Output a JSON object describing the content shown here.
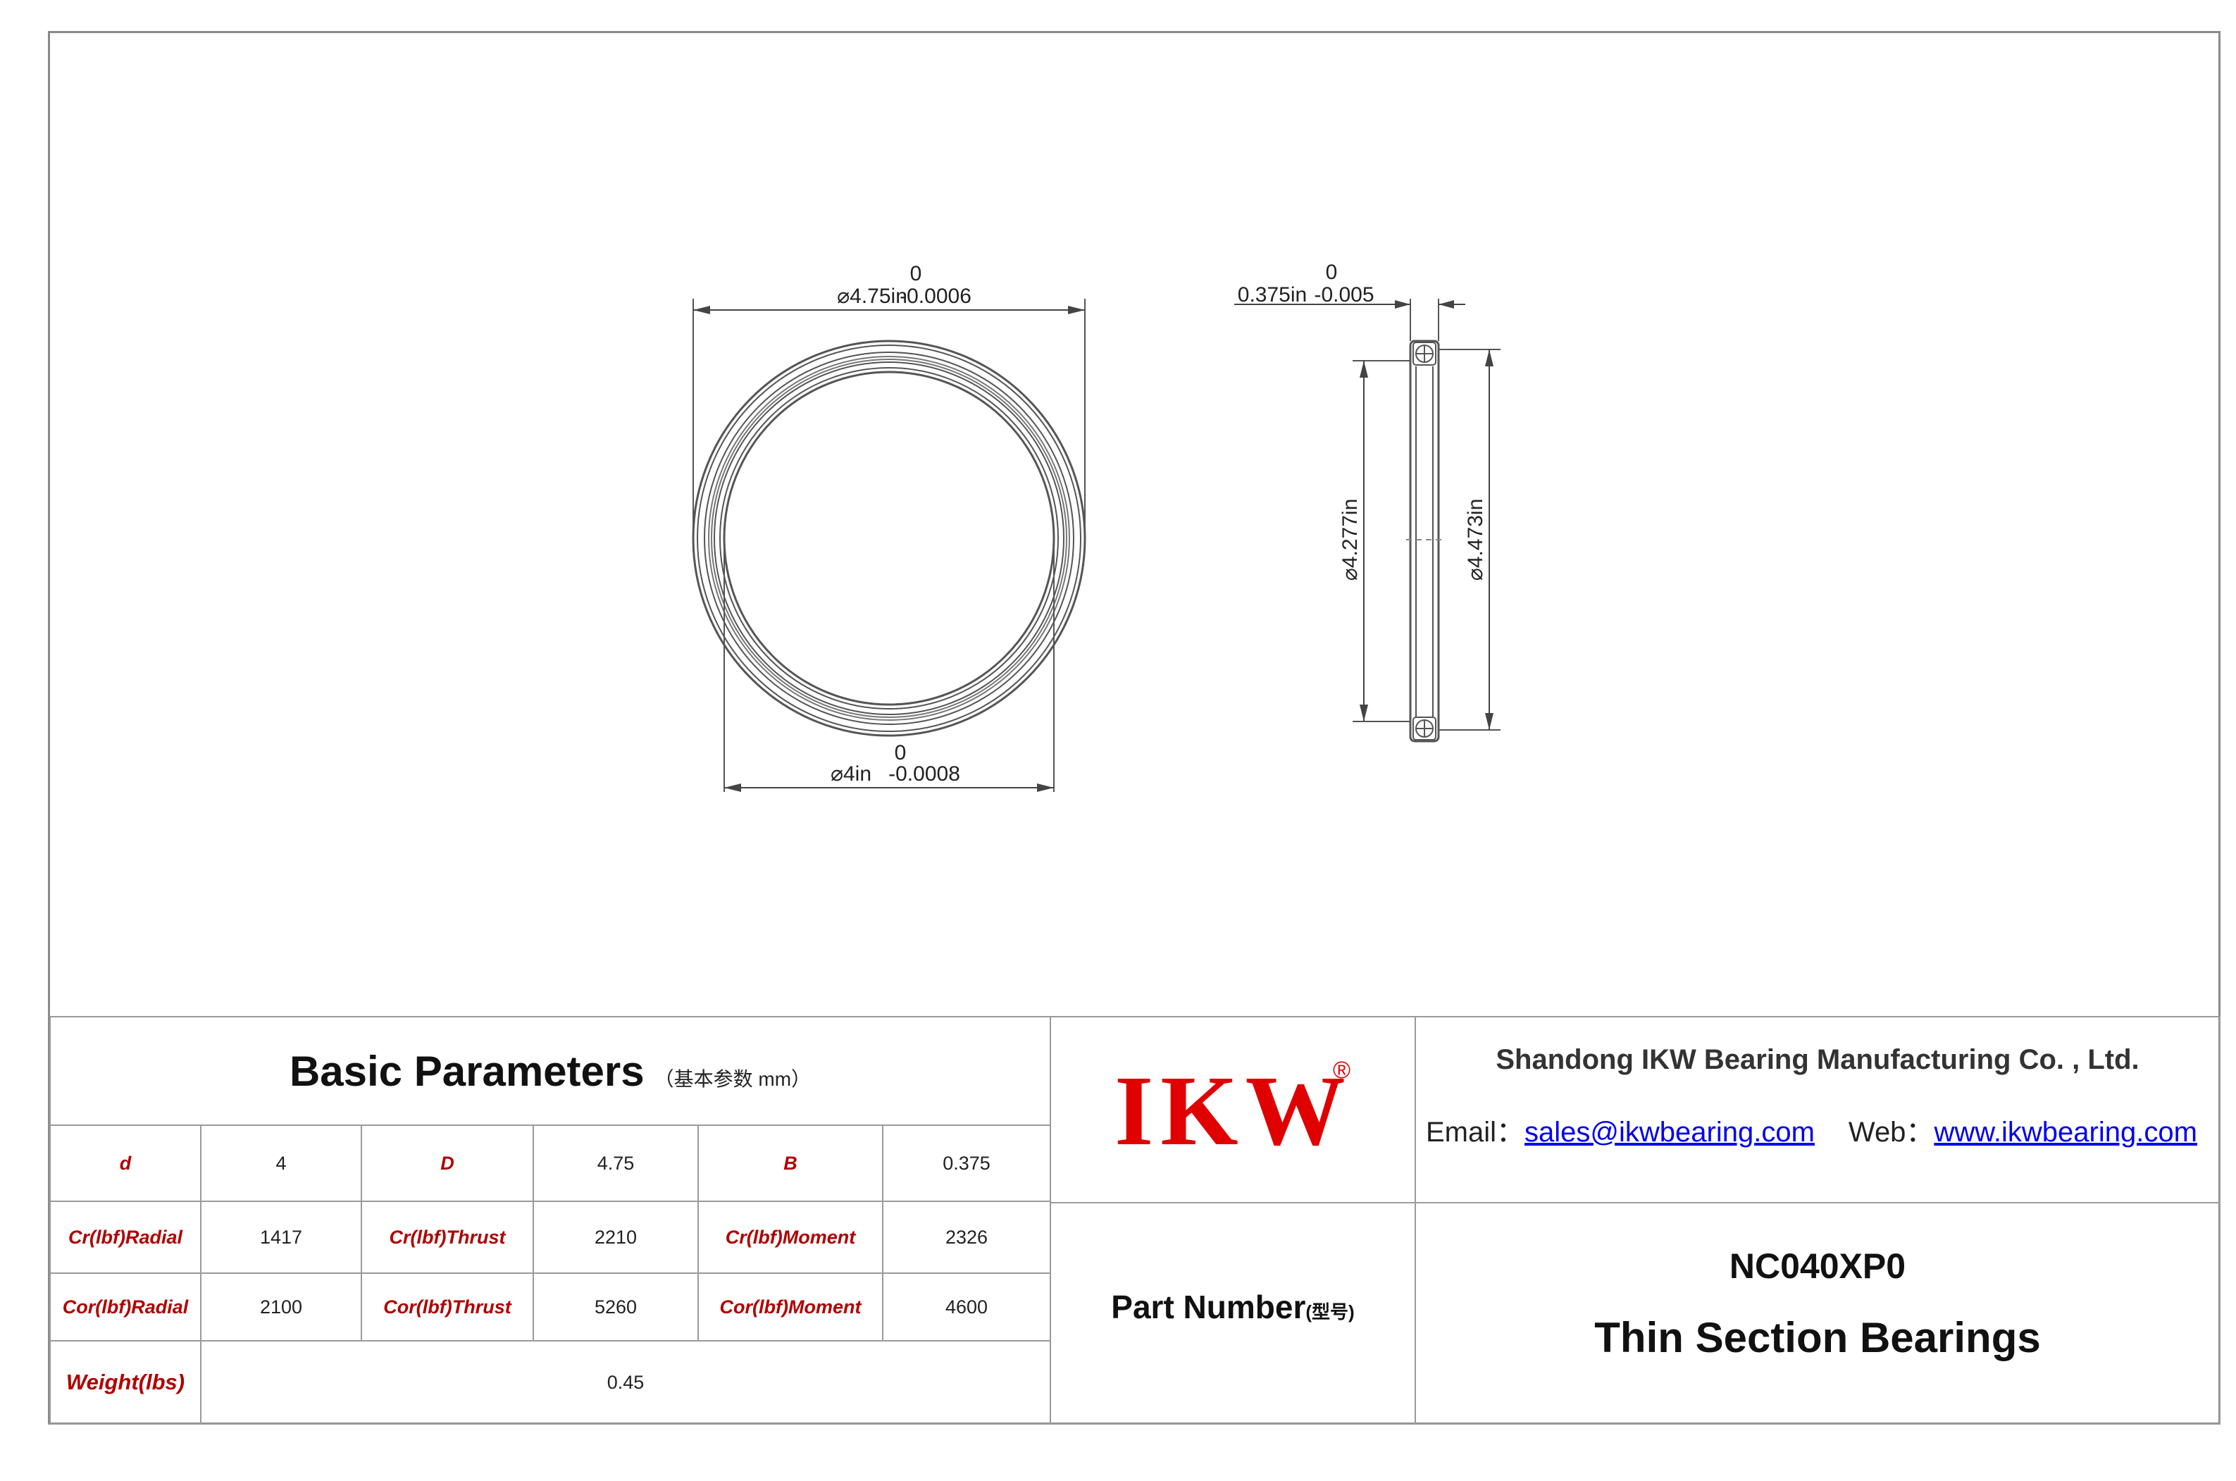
{
  "drawing": {
    "front_view": {
      "outer_dim": {
        "nominal": "⌀4.75in",
        "upper_tol": "0",
        "lower_tol": "-0.0006"
      },
      "inner_dim": {
        "nominal": "⌀4in",
        "upper_tol": "0",
        "lower_tol": "-0.0008"
      }
    },
    "side_view": {
      "width_dim": {
        "nominal": "0.375in",
        "upper_tol": "0",
        "lower_tol": "-0.005"
      },
      "inner_race_dim": "⌀4.277in",
      "outer_race_dim": "⌀4.473in"
    }
  },
  "basic_parameters": {
    "title": "Basic Parameters",
    "subtitle": "（基本参数 mm）",
    "rows": [
      [
        {
          "label": "d",
          "value": "4"
        },
        {
          "label": "D",
          "value": "4.75"
        },
        {
          "label": "B",
          "value": "0.375"
        }
      ],
      [
        {
          "label": "Cr(lbf)Radial",
          "value": "1417"
        },
        {
          "label": "Cr(lbf)Thrust",
          "value": "2210"
        },
        {
          "label": "Cr(lbf)Moment",
          "value": "2326"
        }
      ],
      [
        {
          "label": "Cor(lbf)Radial",
          "value": "2100"
        },
        {
          "label": "Cor(lbf)Thrust",
          "value": "5260"
        },
        {
          "label": "Cor(lbf)Moment",
          "value": "4600"
        }
      ]
    ],
    "weight": {
      "label": "Weight(lbs)",
      "value": "0.45"
    }
  },
  "title_block": {
    "logo": "IKW",
    "registered_mark": "®",
    "company": "Shandong IKW Bearing Manufacturing Co. , Ltd.",
    "email_label": "Email：",
    "email": "sales@ikwbearing.com",
    "web_label": "Web：",
    "web": "www.ikwbearing.com",
    "part_number_label": "Part Number",
    "part_number_label_cn": "(型号)",
    "part_number": "NC040XP0",
    "product_type": "Thin Section Bearings"
  }
}
